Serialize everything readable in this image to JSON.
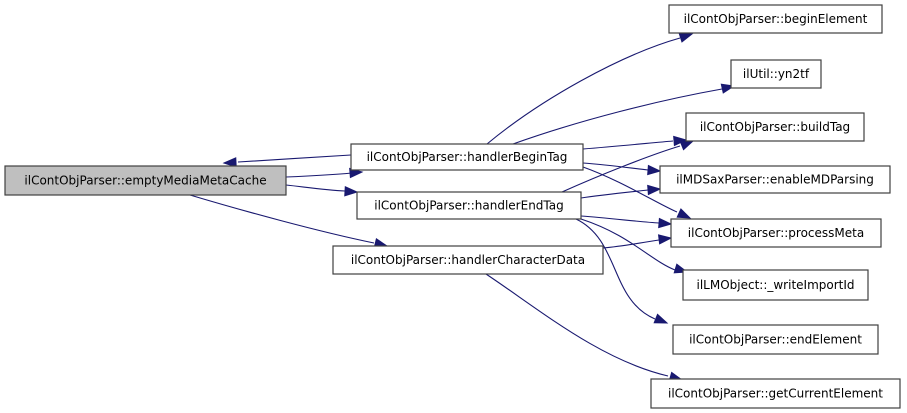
{
  "diagram": {
    "type": "call-graph",
    "root": "emptyMediaMetaCache",
    "colors": {
      "root_fill": "#bfbfbf",
      "node_fill": "#ffffff",
      "node_border": "#404040",
      "edge": "#191970"
    },
    "nodes": [
      {
        "id": "emptyMediaMetaCache",
        "label": "ilContObjParser::emptyMediaMetaCache",
        "highlight": true
      },
      {
        "id": "handlerBeginTag",
        "label": "ilContObjParser::handlerBeginTag"
      },
      {
        "id": "handlerEndTag",
        "label": "ilContObjParser::handlerEndTag"
      },
      {
        "id": "handlerCharacterData",
        "label": "ilContObjParser::handlerCharacterData"
      },
      {
        "id": "beginElement",
        "label": "ilContObjParser::beginElement"
      },
      {
        "id": "yn2tf",
        "label": "ilUtil::yn2tf"
      },
      {
        "id": "buildTag",
        "label": "ilContObjParser::buildTag"
      },
      {
        "id": "enableMDParsing",
        "label": "ilMDSaxParser::enableMDParsing"
      },
      {
        "id": "processMeta",
        "label": "ilContObjParser::processMeta"
      },
      {
        "id": "writeImportId",
        "label": "ilLMObject::_writeImportId"
      },
      {
        "id": "endElement",
        "label": "ilContObjParser::endElement"
      },
      {
        "id": "getCurrentElement",
        "label": "ilContObjParser::getCurrentElement"
      }
    ],
    "edges": [
      {
        "from": "handlerBeginTag",
        "to": "emptyMediaMetaCache"
      },
      {
        "from": "emptyMediaMetaCache",
        "to": "handlerBeginTag"
      },
      {
        "from": "emptyMediaMetaCache",
        "to": "handlerEndTag"
      },
      {
        "from": "emptyMediaMetaCache",
        "to": "handlerCharacterData"
      },
      {
        "from": "handlerBeginTag",
        "to": "beginElement"
      },
      {
        "from": "handlerBeginTag",
        "to": "yn2tf"
      },
      {
        "from": "handlerBeginTag",
        "to": "buildTag"
      },
      {
        "from": "handlerBeginTag",
        "to": "enableMDParsing"
      },
      {
        "from": "handlerBeginTag",
        "to": "processMeta"
      },
      {
        "from": "handlerEndTag",
        "to": "buildTag"
      },
      {
        "from": "handlerEndTag",
        "to": "enableMDParsing"
      },
      {
        "from": "handlerEndTag",
        "to": "processMeta"
      },
      {
        "from": "handlerEndTag",
        "to": "writeImportId"
      },
      {
        "from": "handlerEndTag",
        "to": "endElement"
      },
      {
        "from": "handlerCharacterData",
        "to": "processMeta"
      },
      {
        "from": "handlerCharacterData",
        "to": "getCurrentElement"
      }
    ]
  }
}
